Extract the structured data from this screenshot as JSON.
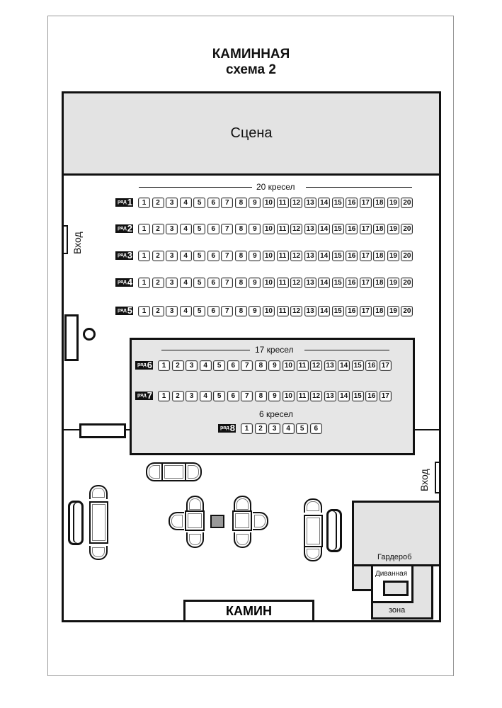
{
  "header": {
    "title": "КАМИННАЯ",
    "subtitle": "схема 2"
  },
  "stage": {
    "label": "Сцена"
  },
  "sections": {
    "front_caption": "20 кресел",
    "pit_caption": "17 кресел",
    "row8_caption": "6 кресел"
  },
  "row_prefix": "ряд",
  "rows": [
    {
      "number": "1",
      "seats": 20
    },
    {
      "number": "2",
      "seats": 20
    },
    {
      "number": "3",
      "seats": 20
    },
    {
      "number": "4",
      "seats": 20
    },
    {
      "number": "5",
      "seats": 20
    },
    {
      "number": "6",
      "seats": 17
    },
    {
      "number": "7",
      "seats": 17
    },
    {
      "number": "8",
      "seats": 6
    }
  ],
  "labels": {
    "entrance_left": "Вход",
    "entrance_right": "Вход",
    "cloakroom": "Гардероб",
    "lounge_1": "Диванная",
    "lounge_2": "зона",
    "fireplace": "КАМИН"
  },
  "colors": {
    "room_fill": "#e3e3e3",
    "line": "#111111",
    "small_table": "#999999"
  }
}
